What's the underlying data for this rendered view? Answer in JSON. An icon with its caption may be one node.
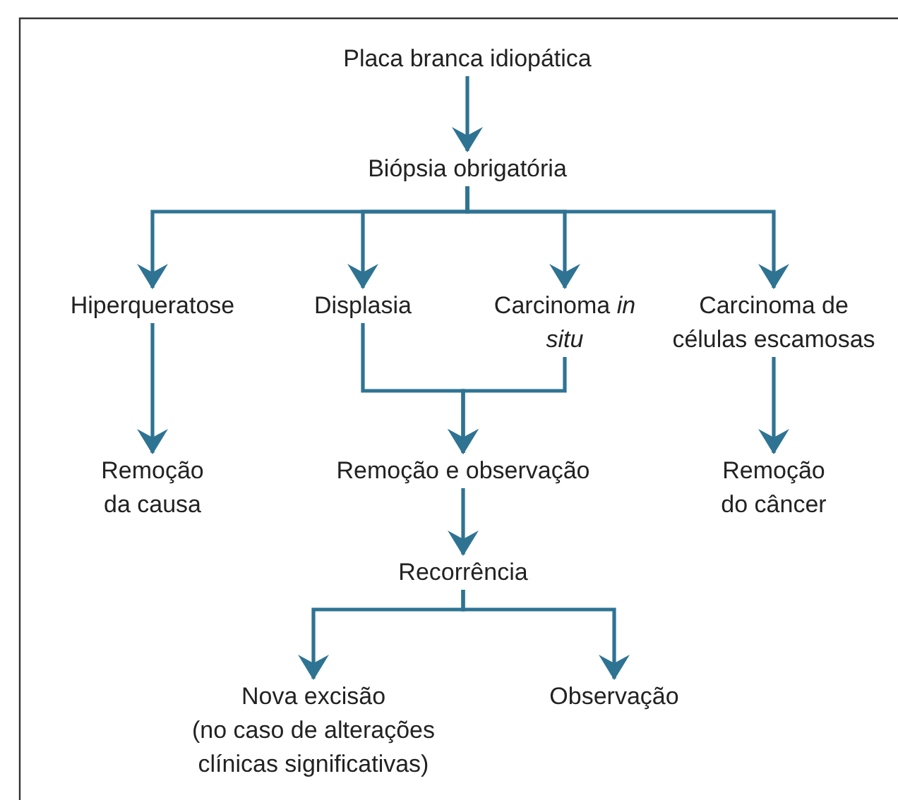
{
  "diagram": {
    "nodes": [
      {
        "text": [
          "Placa branca idiopática"
        ]
      },
      {
        "text": [
          "Biópsia obrigatória"
        ]
      },
      {
        "text": [
          "Hiperqueratose"
        ]
      },
      {
        "text": [
          "Displasia"
        ]
      },
      {
        "text": [
          "Carcinoma *in situ*"
        ]
      },
      {
        "text": [
          "Carcinoma de células escamosas"
        ]
      },
      {
        "text": [
          "Remoção da causa"
        ]
      },
      {
        "text": [
          "Remoção e observação"
        ]
      },
      {
        "text": [
          "Remoção do câncer"
        ]
      },
      {
        "text": [
          "Recorrência"
        ]
      },
      {
        "text": [
          "Nova excisão",
          "(no caso de alterações clínicas significativas)"
        ]
      },
      {
        "text": [
          "Observação"
        ]
      }
    ],
    "edges": [
      {
        "from": 0,
        "to": 1,
        "arrow": "to"
      },
      {
        "from": 1,
        "to": 2,
        "arrow": "to"
      },
      {
        "from": 1,
        "to": 3,
        "arrow": "to"
      },
      {
        "from": 1,
        "to": 4,
        "arrow": "to"
      },
      {
        "from": 1,
        "to": 5,
        "arrow": "to"
      },
      {
        "from": 2,
        "to": 6,
        "arrow": "to"
      },
      {
        "from": 3,
        "to": 7,
        "arrow": "to"
      },
      {
        "from": 4,
        "to": 7,
        "arrow": "to"
      },
      {
        "from": 5,
        "to": 8,
        "arrow": "to"
      },
      {
        "from": 7,
        "to": 9,
        "arrow": "to"
      },
      {
        "from": 9,
        "to": 10,
        "arrow": "to"
      },
      {
        "from": 9,
        "to": 11,
        "arrow": "to"
      }
    ]
  }
}
